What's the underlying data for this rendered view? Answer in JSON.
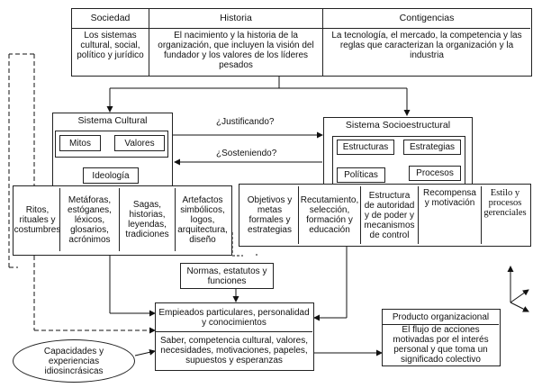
{
  "top_table": {
    "columns": [
      {
        "header": "Sociedad",
        "body": "Los sistemas cultural, social, político y jurídico"
      },
      {
        "header": "Historia",
        "body": "El nacimiento y la historia de la organización, que incluyen la visión del fundador y los valores de los líderes pesados"
      },
      {
        "header": "Contigencias",
        "body": "La tecnología, el mercado, la competencia y las reglas que caracterizan la organización y la industria"
      }
    ]
  },
  "cultural": {
    "title": "Sistema Cultural",
    "mitos": "Mitos",
    "valores": "Valores",
    "ideologia": "Ideología",
    "cells": [
      "Ritos, rituales y costumbres",
      "Metáforas, estóganes, léxicos, glosarios, acrónimos",
      "Sagas, historias, leyendas, tradiciones",
      "Artefactos simbólicos, logos, arquitectura, diseño"
    ]
  },
  "socio": {
    "title": "Sistema Socioestructural",
    "estructuras": "Estructuras",
    "estrategias": "Estrategias",
    "politicas": "Políticas",
    "procesos": "Procesos",
    "cells": [
      "Objetivos y metas formales y estrategias",
      "Recutamiento, selección, formación y educación",
      "Estructura de autoridad y de poder y mecanismos de control",
      "Recompensa y motivación",
      "Estilo y procesos gerenciales"
    ]
  },
  "arrows": {
    "justificando": "¿Justificando?",
    "sosteniendo": "¿Sosteniendo?"
  },
  "normas": "Normas, estatutos y funciones",
  "empleados": {
    "top": "Empieados particulares, personalidad y conocimientos",
    "bottom": "Saber, competencia cultural, valores, necesidades, motivaciones, papeles, supuestos y esperanzas"
  },
  "capacidades": "Capacidades y experiencias idiosincrásicas",
  "producto": {
    "title": "Producto organizacional",
    "body": "El flujo de acciones motivadas por el interés personal y que toma un significado colectivo"
  }
}
